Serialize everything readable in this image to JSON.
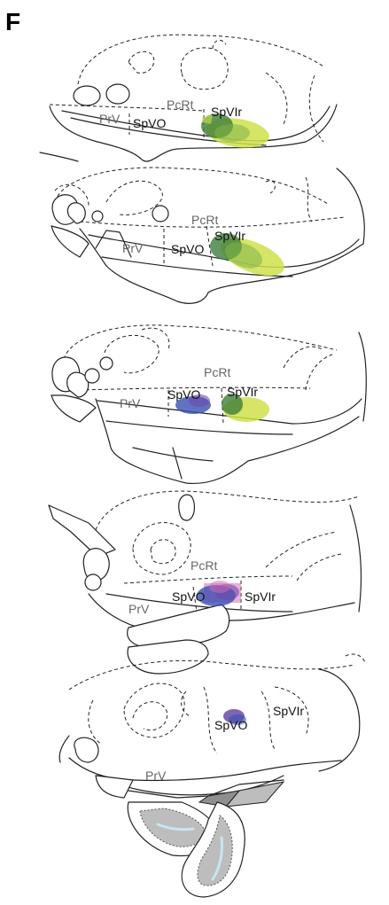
{
  "panel_letter": "F",
  "colors": {
    "yellow_green": "#cfe04a",
    "dark_green": "#3e7d3a",
    "mid_green": "#7fb54a",
    "blue": "#3a4fb0",
    "purple": "#6a4aa8",
    "pink": "#d86ab8",
    "gray_fill": "#bdbdbd",
    "light_blue": "#c8e6f0"
  },
  "sections": [
    {
      "labels": {
        "pcrt": "PcRt",
        "prv": "PrV",
        "spvo": "SpVO",
        "spvir": "SpVIr"
      }
    },
    {
      "labels": {
        "pcrt": "PcRt",
        "prv": "PrV",
        "spvo": "SpVO",
        "spvir": "SpVIr"
      }
    },
    {
      "labels": {
        "pcrt": "PcRt",
        "prv": "PrV",
        "spvo": "SpVO",
        "spvir": "SpVIr"
      }
    },
    {
      "labels": {
        "pcrt": "PcRt",
        "prv": "PrV",
        "spvo": "SpVO",
        "spvir": "SpVIr"
      }
    },
    {
      "labels": {
        "prv": "PrV",
        "spvo": "SpVO",
        "spvir": "SpVIr"
      }
    }
  ]
}
